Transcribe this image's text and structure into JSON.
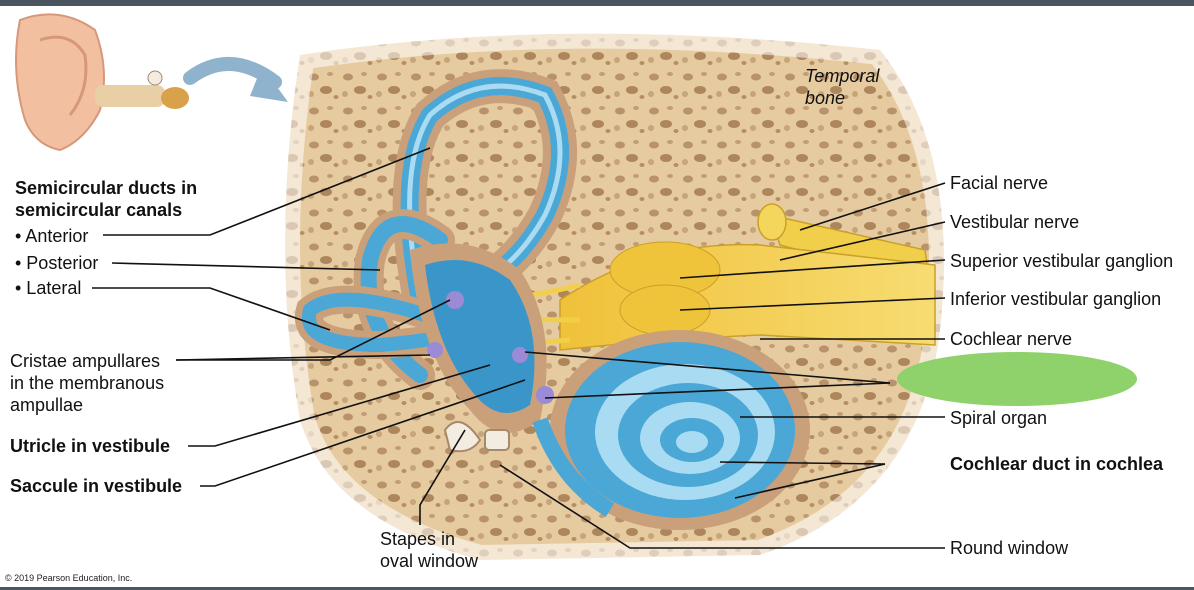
{
  "labels": {
    "temporal_bone_1": "Temporal",
    "temporal_bone_2": "bone",
    "semicircular_1": "Semicircular ducts in",
    "semicircular_2": "semicircular canals",
    "anterior": "• Anterior",
    "posterior": "• Posterior",
    "lateral": "• Lateral",
    "cristae_1": "Cristae ampullares",
    "cristae_2": "in the membranous",
    "cristae_3": "ampullae",
    "utricle": "Utricle in vestibule",
    "saccule": "Saccule in vestibule",
    "stapes_1": "Stapes in",
    "stapes_2": "oval window",
    "facial_nerve": "Facial nerve",
    "vestibular_nerve": "Vestibular nerve",
    "superior_ganglion": "Superior vestibular ganglion",
    "inferior_ganglion": "Inferior vestibular ganglion",
    "cochlear_nerve": "Cochlear nerve",
    "spiral_organ": "Spiral organ",
    "cochlear_duct": "Cochlear duct in cochlea",
    "round_window": "Round window"
  },
  "copyright": "© 2019 Pearson Education, Inc.",
  "colors": {
    "bone": "#e8cfa6",
    "membrane_blue": "#4aa7d6",
    "nerve_yellow": "#f2cf4a",
    "hidden_label_green": "#8fd16a"
  }
}
